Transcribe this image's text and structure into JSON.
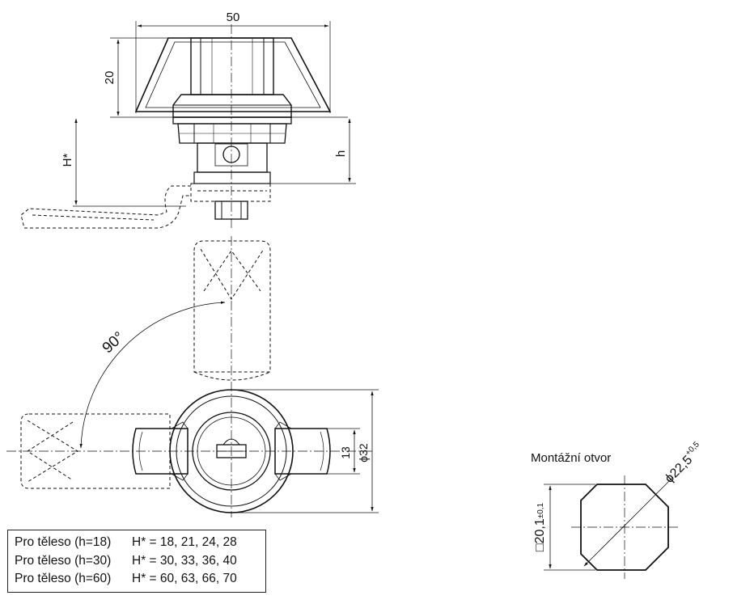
{
  "dimensions": {
    "width_50": "50",
    "height_20": "20",
    "h_star": "H*",
    "h": "h",
    "angle_90": "90°",
    "dim_13": "13",
    "dim_32": "ϕ32"
  },
  "mounting_hole": {
    "title": "Montážní otvor",
    "square_dim": "20,1",
    "square_tol": "±0,1",
    "square_symbol": "□",
    "diameter_dim": "ϕ22,5",
    "diameter_tol": "+0,5"
  },
  "legend": {
    "rows": [
      {
        "body": "Pro těleso (h=18)",
        "values": "H* = 18, 21, 24, 28"
      },
      {
        "body": "Pro těleso (h=30)",
        "values": "H* = 30, 33, 36, 40"
      },
      {
        "body": "Pro těleso (h=60)",
        "values": "H* = 60, 63, 66, 70"
      }
    ]
  }
}
